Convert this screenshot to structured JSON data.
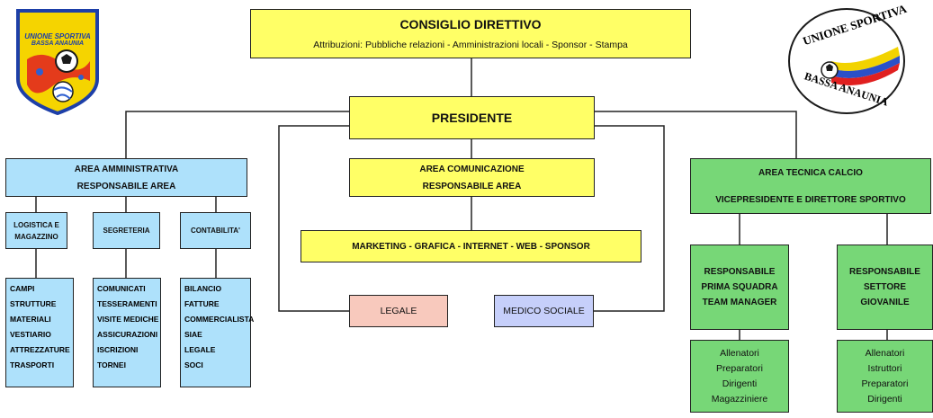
{
  "consiglio": {
    "title": "CONSIGLIO DIRETTIVO",
    "subtitle": "Attribuzioni: Pubbliche relazioni - Amministrazioni locali - Sponsor - Stampa"
  },
  "presidente": {
    "title": "PRESIDENTE"
  },
  "amministrativa": {
    "line1": "AREA AMMINISTRATIVA",
    "line2": "RESPONSABILE AREA",
    "logistica": {
      "line1": "LOGISTICA E",
      "line2": "MAGAZZINO",
      "items": [
        "CAMPI",
        "STRUTTURE",
        "MATERIALI",
        "VESTIARIO",
        "ATTREZZATURE",
        "TRASPORTI"
      ]
    },
    "segreteria": {
      "label": "SEGRETERIA",
      "items": [
        "COMUNICATI",
        "TESSERAMENTI",
        "VISITE MEDICHE",
        "ASSICURAZIONI",
        "ISCRIZIONI",
        "TORNEI"
      ]
    },
    "contabilita": {
      "label": "CONTABILITA'",
      "items": [
        "BILANCIO",
        "FATTURE",
        "COMMERCIALISTA",
        "SIAE",
        "LEGALE",
        "SOCI"
      ]
    }
  },
  "comunicazione": {
    "line1": "AREA COMUNICAZIONE",
    "line2": "RESPONSABILE AREA",
    "marketing": "MARKETING - GRAFICA - INTERNET - WEB - SPONSOR"
  },
  "legale": "LEGALE",
  "medico": "MEDICO SOCIALE",
  "tecnica": {
    "line1": "AREA TECNICA CALCIO",
    "line2": "VICEPRESIDENTE E DIRETTORE SPORTIVO",
    "prima": {
      "lines": [
        "RESPONSABILE",
        "PRIMA SQUADRA",
        "TEAM MANAGER"
      ],
      "staff": [
        "Allenatori",
        "Preparatori",
        "Dirigenti",
        "Magazziniere"
      ]
    },
    "giovanile": {
      "lines": [
        "RESPONSABILE",
        "SETTORE",
        "GIOVANILE"
      ],
      "staff": [
        "Allenatori",
        "Istruttori",
        "Preparatori",
        "Dirigenti"
      ]
    }
  },
  "logos": {
    "left": {
      "line1": "UNIONE SPORTIVA",
      "line2": "BASSA ANAUNIA"
    },
    "right": {
      "line1": "UNIONE SPORTIVA",
      "line2": "BASSA ANAUNIA"
    }
  },
  "colors": {
    "yellow": "#ffff66",
    "blue": "#aee1fb",
    "green": "#77d777",
    "pink": "#f8c9bd",
    "light_blue": "#c6cffa"
  }
}
